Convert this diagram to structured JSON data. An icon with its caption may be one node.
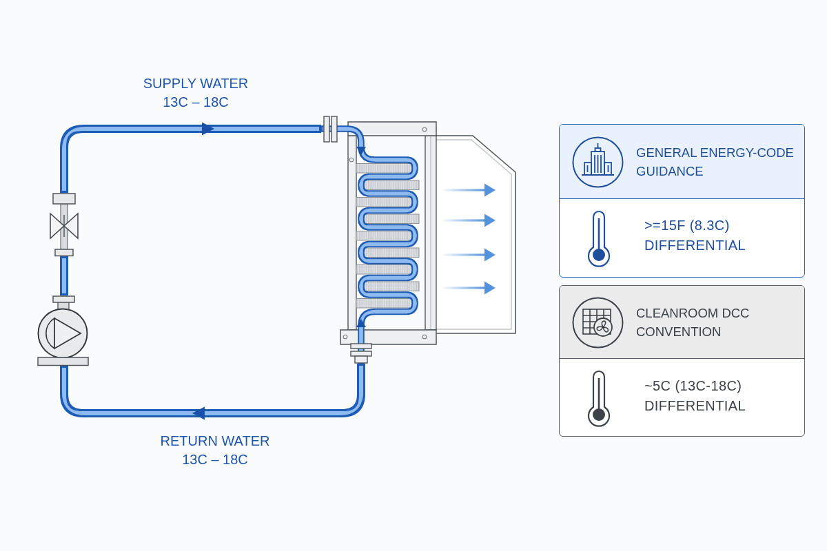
{
  "diagram": {
    "nodes": [
      {
        "text": [],
        "shape": "picture"
      },
      {
        "text": [],
        "shape": "picture"
      },
      {
        "text": [],
        "shape": "circle"
      },
      {
        "text": [
          "GENERAL ENERGY-CODE GUIDANCE",
          ">=15F (8.3C) DIFFERENTIAL"
        ]
      },
      {
        "text": [
          "CLEANROOM DCC CONVENTION",
          "~5C (13C-18C) DIFFERENTIAL"
        ]
      }
    ],
    "edges": [
      {
        "from": 2,
        "to": 0,
        "arrow": "none"
      },
      {
        "from": 0,
        "to": 1,
        "arrow": "to"
      },
      {
        "from": 1,
        "to": 2,
        "arrow": "to"
      }
    ],
    "labels": [
      "SUPPLY WATER",
      "13C – 18C",
      "RETURN WATER",
      "13C – 18C"
    ]
  }
}
